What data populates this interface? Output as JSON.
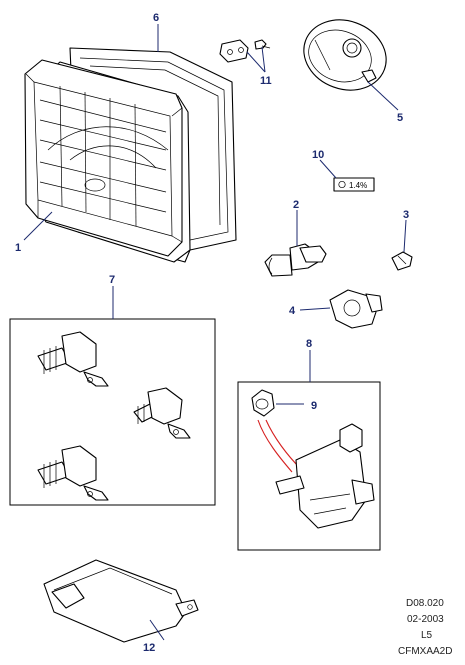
{
  "callouts": {
    "c1": "1",
    "c2": "2",
    "c3": "3",
    "c4": "4",
    "c5": "5",
    "c6": "6",
    "c7": "7",
    "c8": "8",
    "c9": "9",
    "c10": "10",
    "c11": "11",
    "c12": "12"
  },
  "labels": {
    "aim_percentage": "1.4%"
  },
  "footer": {
    "diagram_code": "D08.020",
    "date": "02-2003",
    "revision": "L5",
    "image_ref": "CFMXAA2D"
  },
  "colors": {
    "callout": "#1c2a6e",
    "wire": "#d62020"
  }
}
